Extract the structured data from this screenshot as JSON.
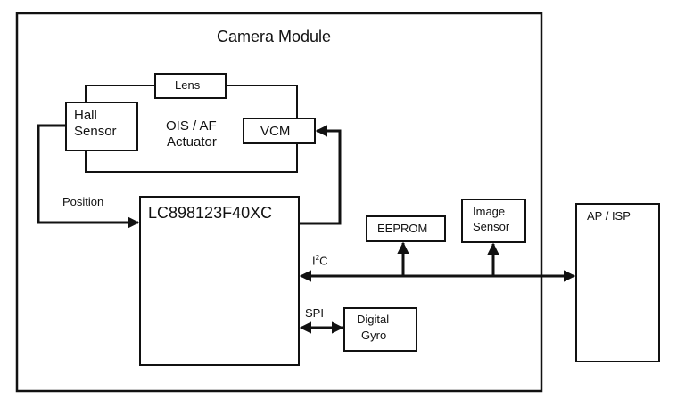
{
  "diagram": {
    "title": "Camera Module",
    "blocks": {
      "lens": "Lens",
      "hall_sensor": [
        "Hall",
        "Sensor"
      ],
      "actuator": [
        "OIS / AF",
        "Actuator"
      ],
      "vcm": "VCM",
      "controller": "LC898123F40XC",
      "eeprom": "EEPROM",
      "image_sensor": [
        "Image",
        "Sensor"
      ],
      "digital_gyro": [
        "Digital",
        "Gyro"
      ],
      "ap_isp": "AP / ISP"
    },
    "signals": {
      "position": "Position",
      "i2c_main": "I",
      "i2c_sup": "2",
      "i2c_tail": "C",
      "spi": "SPI"
    },
    "colors": {
      "stroke": "#111111",
      "background": "#ffffff"
    }
  }
}
